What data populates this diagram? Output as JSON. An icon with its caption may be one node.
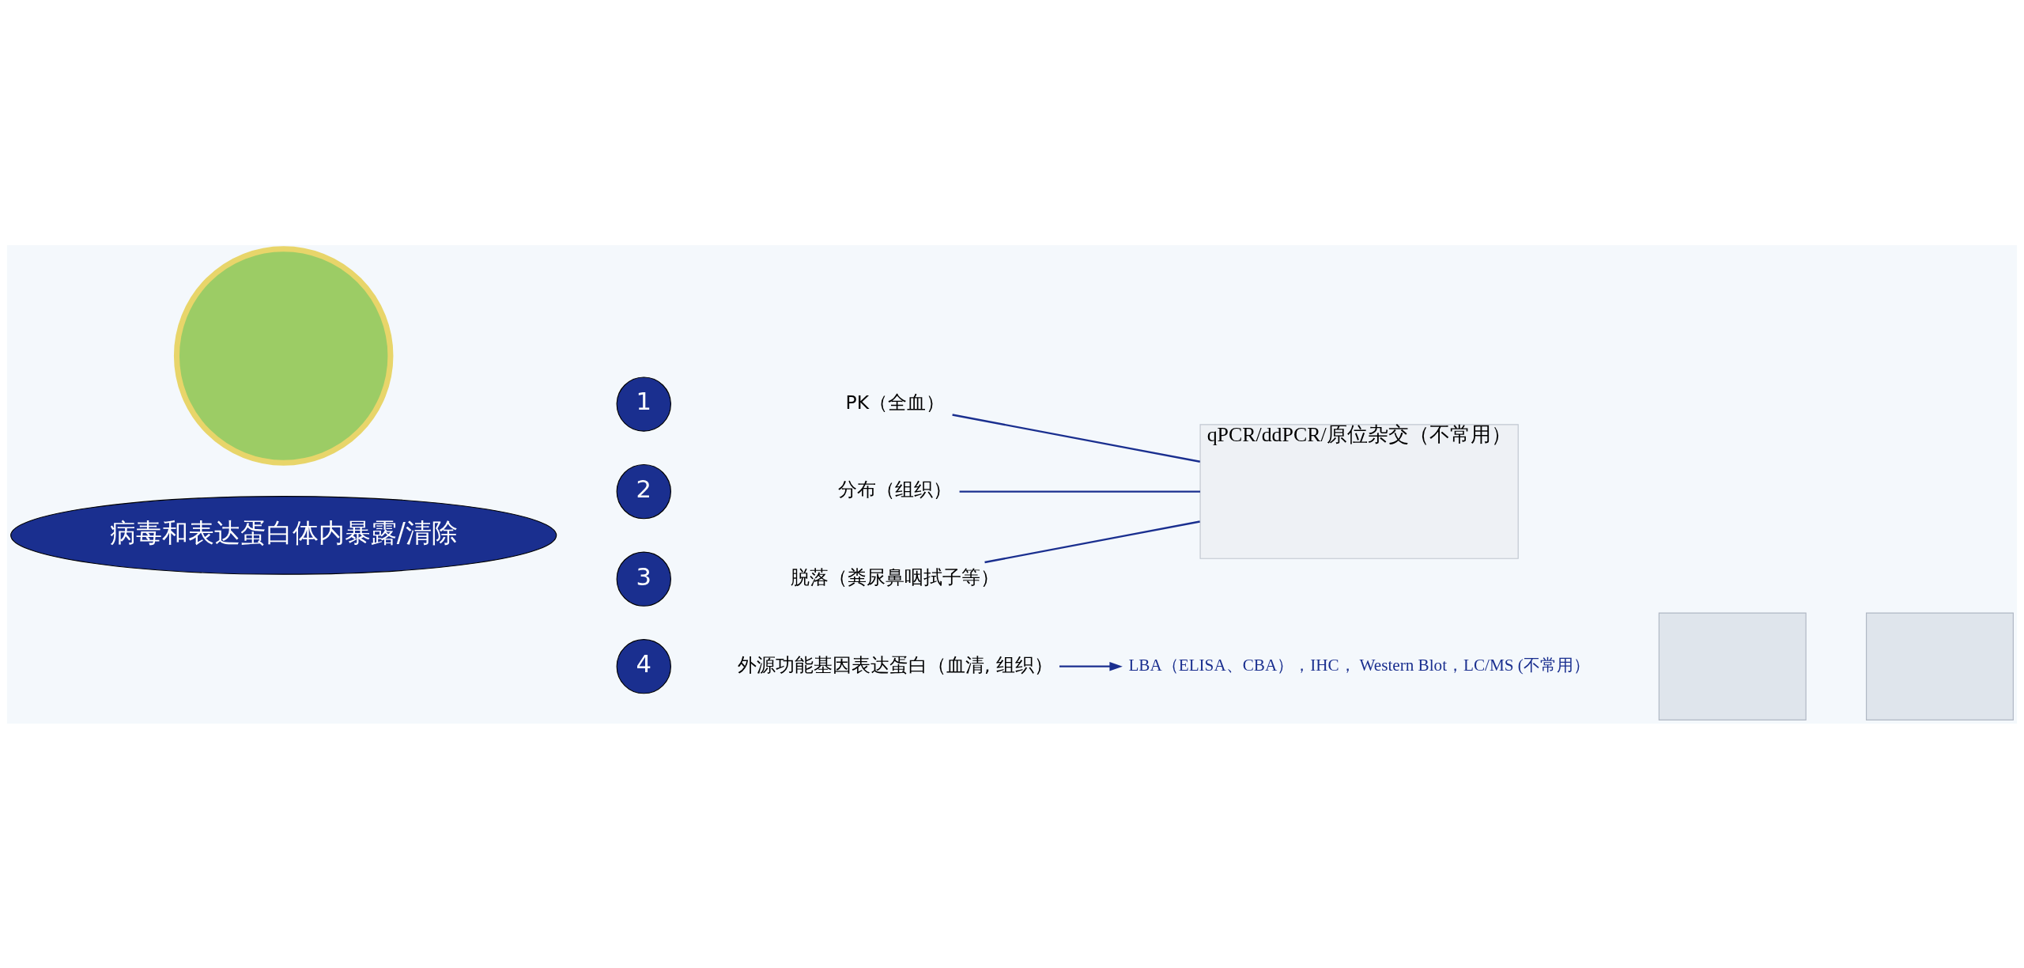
{
  "diagram": {
    "nodes": [
      {
        "text": [],
        "shape": "circle"
      },
      {
        "text": [
          "病毒和表达蛋白体内暴露/清除"
        ]
      },
      {
        "text": [
          "1"
        ]
      },
      {
        "text": [
          "PK（全血）"
        ]
      },
      {
        "text": [
          "2"
        ]
      },
      {
        "text": [
          "分布（组织）"
        ]
      },
      {
        "text": [
          "3"
        ]
      },
      {
        "text": [
          "脱落（粪尿鼻咽拭子等）"
        ]
      },
      {
        "text": [
          "4"
        ]
      },
      {
        "text": [
          "外源功能基因表达蛋白（血清, 组织）"
        ]
      },
      {
        "text": [
          "qPCR/ddPCR/原位杂交（不常用）"
        ]
      },
      {
        "text": [
          "LBA（ELISA、CBA），IHC， Western Blot，LC/MS (不常用）"
        ]
      },
      {
        "text": [],
        "shape": "box"
      },
      {
        "text": [],
        "shape": "box"
      }
    ],
    "edges": [
      {
        "from": 3,
        "to": 10,
        "arrow": "none"
      },
      {
        "from": 5,
        "to": 10,
        "arrow": "none"
      },
      {
        "from": 7,
        "to": 10,
        "arrow": "none"
      },
      {
        "from": 9,
        "to": 11,
        "arrow": "to"
      }
    ]
  }
}
